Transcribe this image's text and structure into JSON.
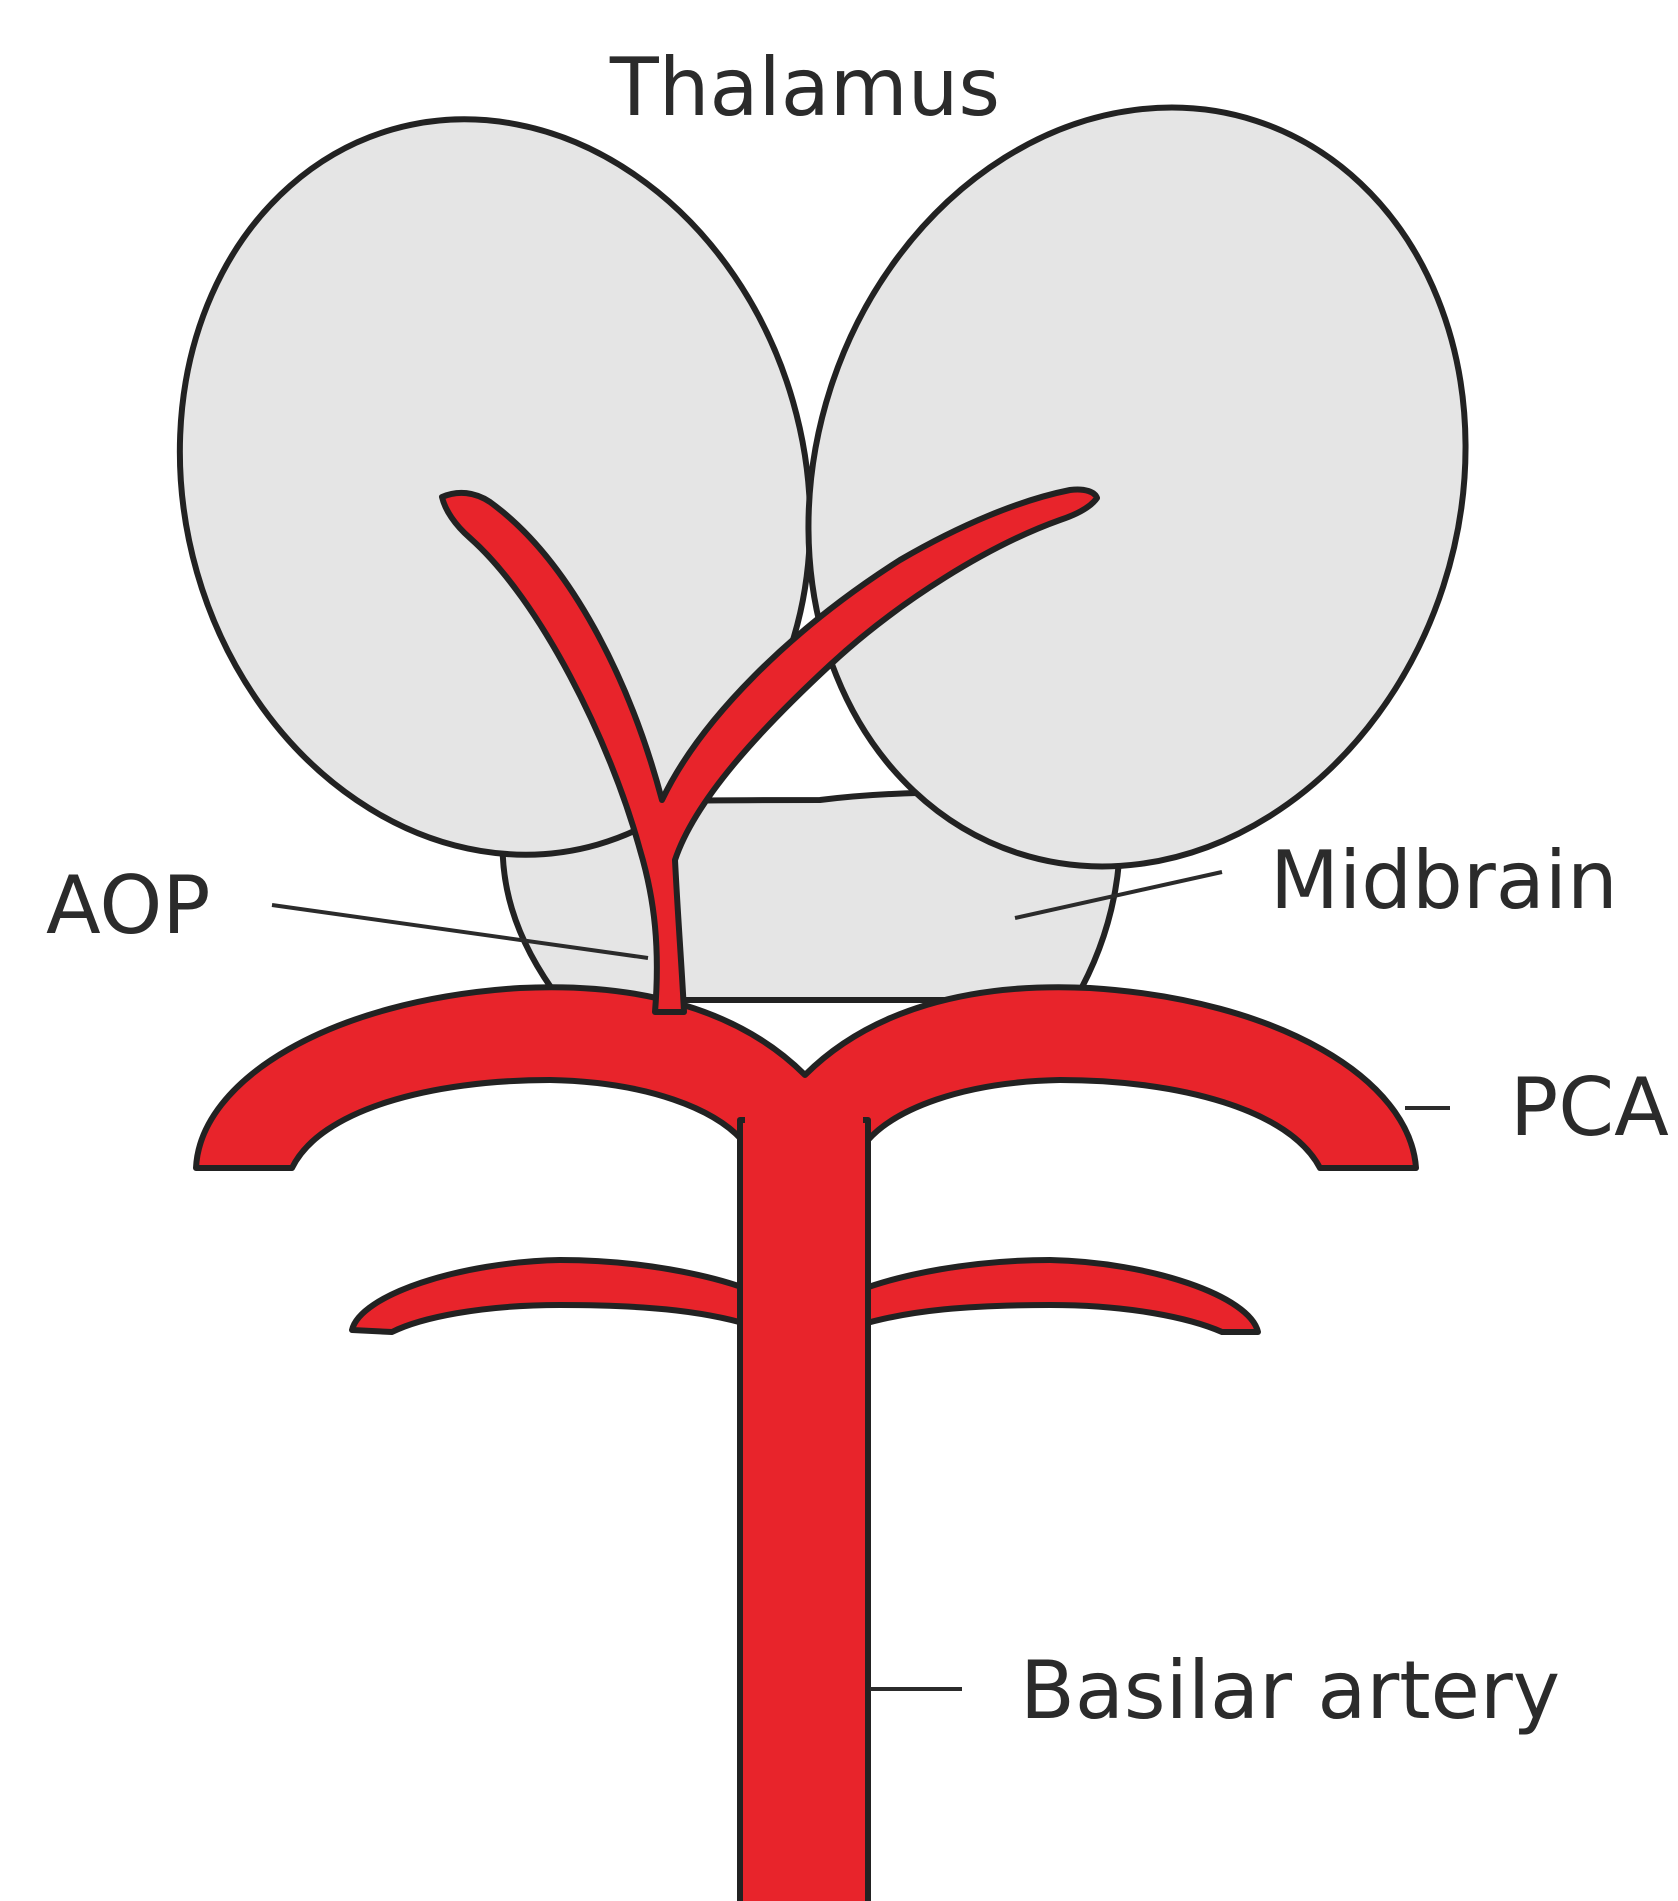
{
  "labels": {
    "thalamus": "Thalamus",
    "midbrain": "Midbrain",
    "aop": "AOP",
    "pca": "PCA",
    "basilar_artery": "Basilar artery"
  },
  "colors": {
    "artery": "#e8242b",
    "tissue": "#e5e5e5",
    "outline": "#222222",
    "text": "#2b2b2b",
    "background": "#ffffff"
  }
}
